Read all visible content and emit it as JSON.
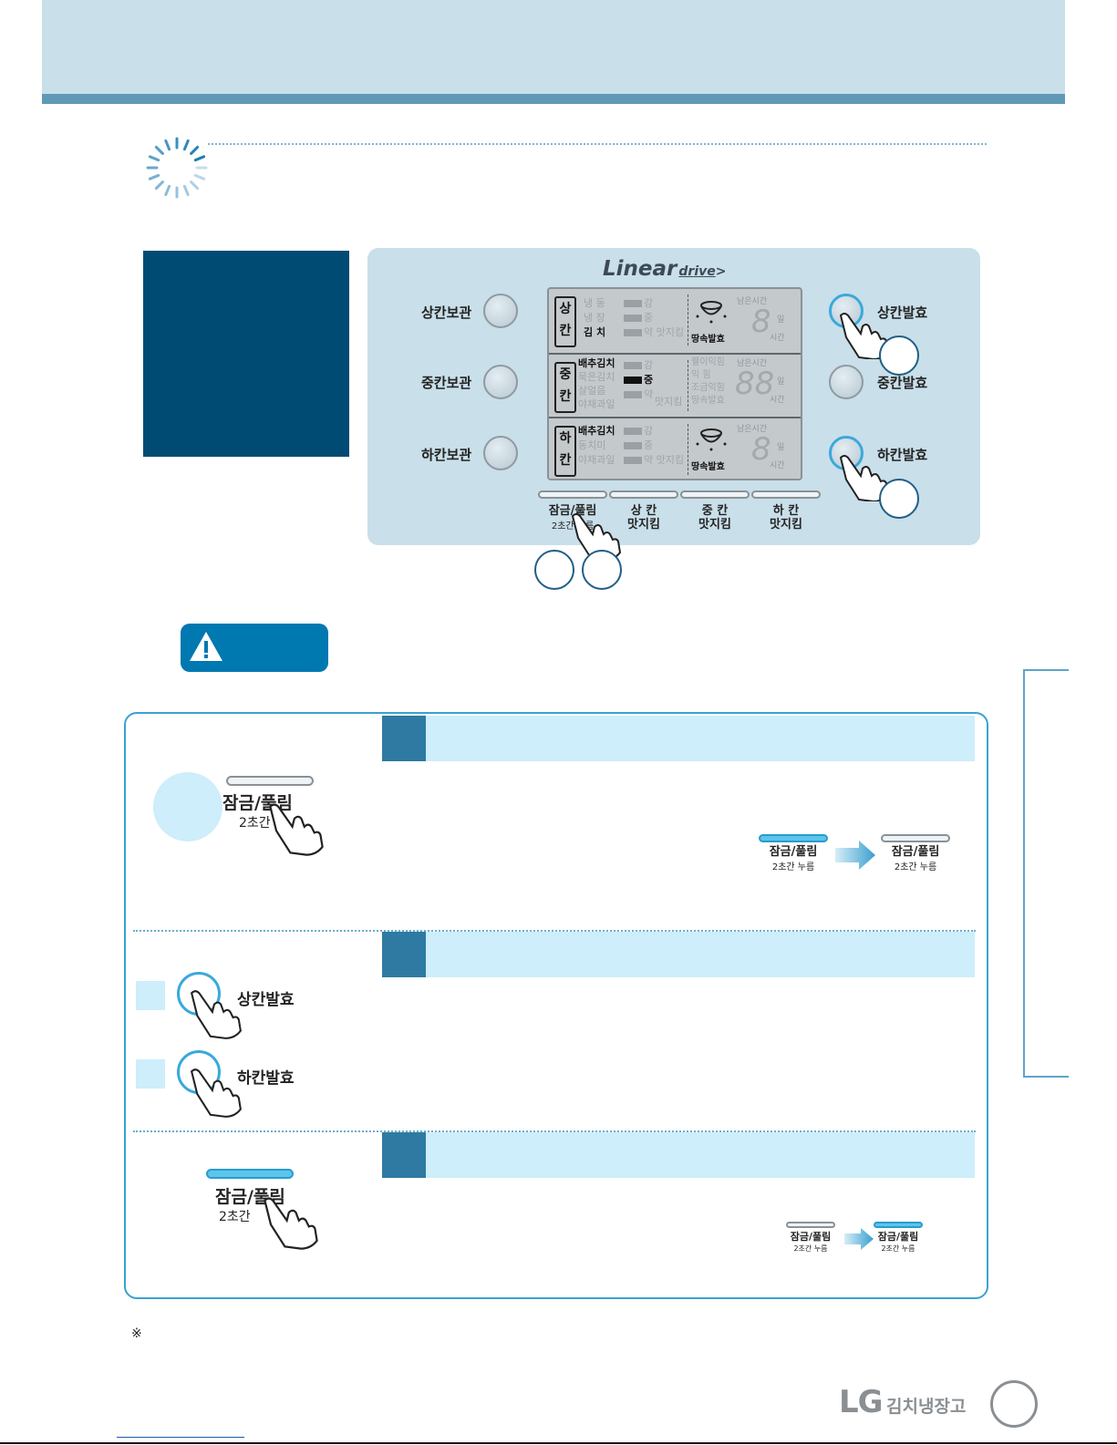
{
  "panel": {
    "logo_main": "Linear",
    "logo_sub": "drive",
    "left_buttons": [
      "상칸보관",
      "중칸보관",
      "하칸보관"
    ],
    "right_buttons": [
      "상칸발효",
      "중칸발효",
      "하칸발효"
    ],
    "lcd": {
      "top": {
        "section": [
          "상",
          "칸"
        ],
        "modes": [
          "냉  동",
          "냉  장",
          "김  치"
        ],
        "levels": [
          "강",
          "중",
          "약"
        ],
        "taste": "맛지킴",
        "icon_label": "땅속발효",
        "remain": "남은시간",
        "digit": "8",
        "unit_top": "일",
        "unit_bottom": "시간"
      },
      "mid": {
        "section": [
          "중",
          "칸"
        ],
        "modes": [
          "배추김치",
          "묵은김치",
          "살얼음",
          "야채과일"
        ],
        "levels": [
          "강",
          "중",
          "약"
        ],
        "taste": "맛지킴",
        "ferment": [
          "웰이익힘",
          "익  힘",
          "조금익힘",
          "땅속발효"
        ],
        "remain": "남은시간",
        "digit": "88",
        "unit_top": "일",
        "unit_bottom": "시간"
      },
      "bot": {
        "section": [
          "하",
          "칸"
        ],
        "modes": [
          "배추김치",
          "동치미",
          "야채과일"
        ],
        "levels": [
          "강",
          "중",
          "약"
        ],
        "taste": "맛지킴",
        "icon_label": "땅속발효",
        "remain": "남은시간",
        "digit": "8",
        "unit_top": "일",
        "unit_bottom": "시간"
      }
    },
    "bottom_buttons": [
      {
        "top": "잠금/풀림",
        "bottom": "2초간 누름"
      },
      {
        "top": "상  칸",
        "bottom": "맛지킴"
      },
      {
        "top": "중  칸",
        "bottom": "맛지킴"
      },
      {
        "top": "하  칸",
        "bottom": "맛지킴"
      }
    ]
  },
  "steps": {
    "lock_label": "잠금/풀림",
    "lock_sub": "2초간 누름",
    "lock_sub_partial": "2초간",
    "top_ferment": "상칸발효",
    "bottom_ferment": "하칸발효"
  },
  "brand": {
    "logo": "LG",
    "product": "김치냉장고"
  },
  "footnote_mark": "※",
  "colors": {
    "accent": "#0078b0",
    "header": "#c9e0ea",
    "lightblue": "#cdeefa",
    "highlight": "#5cc5ec"
  }
}
